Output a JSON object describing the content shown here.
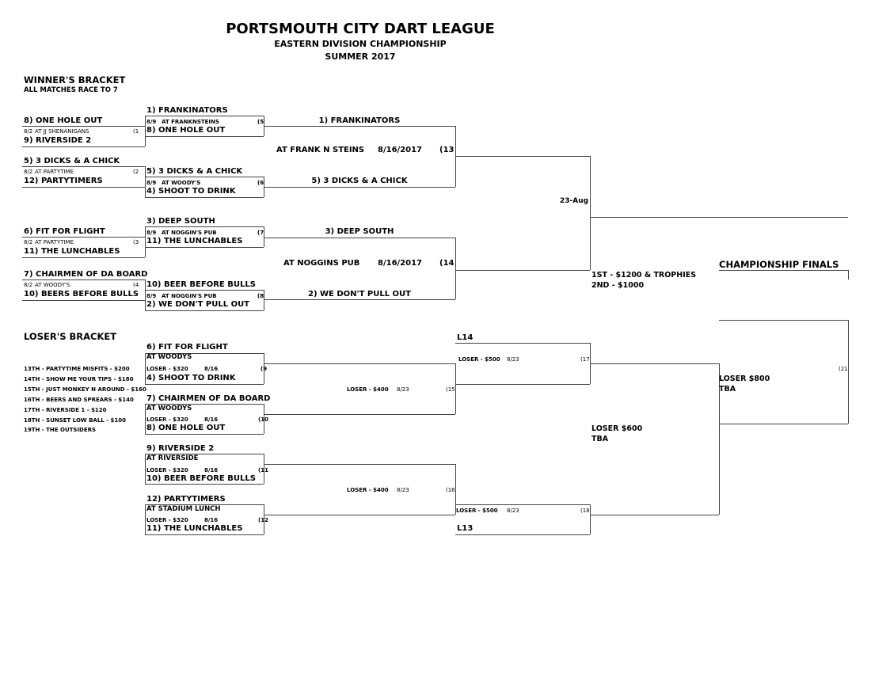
{
  "header": {
    "title": "PORTSMOUTH CITY DART LEAGUE",
    "subtitle": "EASTERN DIVISION CHAMPIONSHIP",
    "season": "SUMMER 2017"
  },
  "winners": {
    "heading": "WINNER'S BRACKET",
    "note": "ALL MATCHES RACE TO 7",
    "round1": [
      {
        "top": "8) ONE HOLE OUT",
        "date": "8/2",
        "venue": "AT JJ SHENANIGANS",
        "match": "(1",
        "bottom": "9) RIVERSIDE 2"
      },
      {
        "top": "5) 3 DICKS & A CHICK",
        "date": "8/2",
        "venue": "AT PARTYTIME",
        "match": "(2",
        "bottom": "12) PARTYTIMERS"
      },
      {
        "top": "6) FIT FOR FLIGHT",
        "date": "8/2",
        "venue": "AT PARTYTIME",
        "match": "(3",
        "bottom": "11) THE LUNCHABLES"
      },
      {
        "top": "7) CHAIRMEN OF DA BOARD",
        "date": "8/2",
        "venue": "AT WOODY'S",
        "match": "(4",
        "bottom": "10) BEERS BEFORE BULLS"
      }
    ],
    "round2": [
      {
        "top": "1) FRANKINATORS",
        "date": "8/9",
        "venue": "AT FRANKNSTEINS",
        "match": "(5",
        "bottom": "8) ONE HOLE OUT",
        "winner": "1) FRANKINATORS"
      },
      {
        "top": "5) 3 DICKS & A CHICK",
        "date": "8/9",
        "venue": "AT WOODY'S",
        "match": "(6",
        "bottom": "4) SHOOT TO DRINK",
        "winner": "5) 3 DICKS & A CHICK"
      },
      {
        "top": "3) DEEP SOUTH",
        "date": "8/9",
        "venue": "AT NOGGIN'S PUB",
        "match": "(7",
        "bottom": "11) THE LUNCHABLES",
        "winner": "3) DEEP SOUTH"
      },
      {
        "top": "10) BEER BEFORE BULLS",
        "date": "8/9",
        "venue": "AT NOGGIN'S PUB",
        "match": "(8",
        "bottom": "2) WE DON'T PULL OUT",
        "winner": "2) WE DON'T PULL OUT"
      }
    ],
    "semis": [
      {
        "venue": "AT FRANK N STEINS",
        "date": "8/16/2017",
        "match": "(13"
      },
      {
        "venue": "AT NOGGINS PUB",
        "date": "8/16/2017",
        "match": "(14"
      }
    ],
    "final_date": "23-Aug",
    "prizes": [
      "1ST - $1200 & TROPHIES",
      "2ND - $1000"
    ],
    "championship": "CHAMPIONSHIP FINALS"
  },
  "losers": {
    "heading": "LOSER'S BRACKET",
    "standings": [
      "13TH - PARTYTIME MISFITS - $200",
      "14TH - SHOW ME YOUR TIPS - $180",
      "15TH - JUST MONKEY N AROUND - $160",
      "16TH - BEERS AND SPREARS - $140",
      "17TH - RIVERSIDE 1 - $120",
      "18TH - SUNSET LOW BALL - $100",
      "19TH - THE OUTSIDERS"
    ],
    "round1": [
      {
        "top": "6) FIT FOR FLIGHT",
        "venue": "AT WOODYS",
        "prize": "LOSER - $320",
        "date": "8/16",
        "match": "(9",
        "bottom": "4) SHOOT TO DRINK"
      },
      {
        "top": "7) CHAIRMEN OF DA BOARD",
        "venue": "AT WOODYS",
        "prize": "LOSER - $320",
        "date": "8/16",
        "match": "(10",
        "bottom": "8) ONE HOLE OUT"
      },
      {
        "top": "9) RIVERSIDE 2",
        "venue": "AT RIVERSIDE",
        "prize": "LOSER - $320",
        "date": "8/16",
        "match": "(11",
        "bottom": "10) BEER BEFORE BULLS"
      },
      {
        "top": "12) PARTYTIMERS",
        "venue": "AT STADIUM LUNCH",
        "prize": "LOSER - $320",
        "date": "8/16",
        "match": "(12",
        "bottom": "11) THE LUNCHABLES"
      }
    ],
    "round2": [
      {
        "prize": "LOSER - $400",
        "date": "8/23",
        "match": "(15"
      },
      {
        "prize": "LOSER - $400",
        "date": "8/23",
        "match": "(16"
      }
    ],
    "round3": [
      {
        "label": "L14",
        "prize": "LOSER - $500",
        "date": "8/23",
        "match": "(17"
      },
      {
        "label": "L13",
        "prize": "LOSER - $500",
        "date": "8/23",
        "match": "(18"
      }
    ],
    "semi": {
      "prize": "LOSER $600",
      "date": "TBA"
    },
    "final": {
      "prize": "LOSER $800",
      "date": "TBA",
      "match": "(21"
    }
  }
}
